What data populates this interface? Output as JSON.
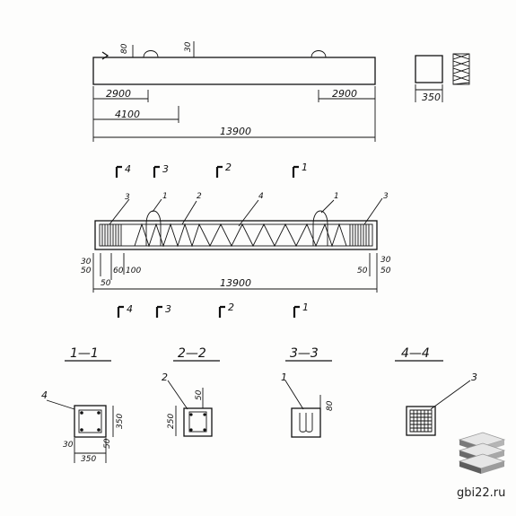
{
  "elevation": {
    "dim_80": "80",
    "dim_30": "30",
    "dim_2900_left": "2900",
    "dim_4100": "4100",
    "dim_2900_right": "2900",
    "dim_13900": "13900"
  },
  "end_view": {
    "dim_350": "350"
  },
  "section_marks_top": [
    "4",
    "3",
    "2",
    "1"
  ],
  "reinforcement": {
    "callouts": [
      "3",
      "1",
      "2",
      "4",
      "1",
      "3"
    ],
    "dims_left": [
      "30",
      "50",
      "60",
      "100",
      "50"
    ],
    "dims_right": [
      "50",
      "30",
      "50"
    ],
    "dim_13900": "13900"
  },
  "section_marks_bottom": [
    "4",
    "3",
    "2",
    "1"
  ],
  "sections": [
    {
      "title": "1—1",
      "callout": "4",
      "dims": [
        "350",
        "30",
        "50",
        "350"
      ]
    },
    {
      "title": "2—2",
      "callout": "2",
      "dims": [
        "250",
        "50"
      ]
    },
    {
      "title": "3—3",
      "callout": "1",
      "dims": [
        "80"
      ]
    },
    {
      "title": "4—4",
      "callout": "3",
      "dims": []
    }
  ],
  "watermark": {
    "text": "gbi22.ru"
  }
}
